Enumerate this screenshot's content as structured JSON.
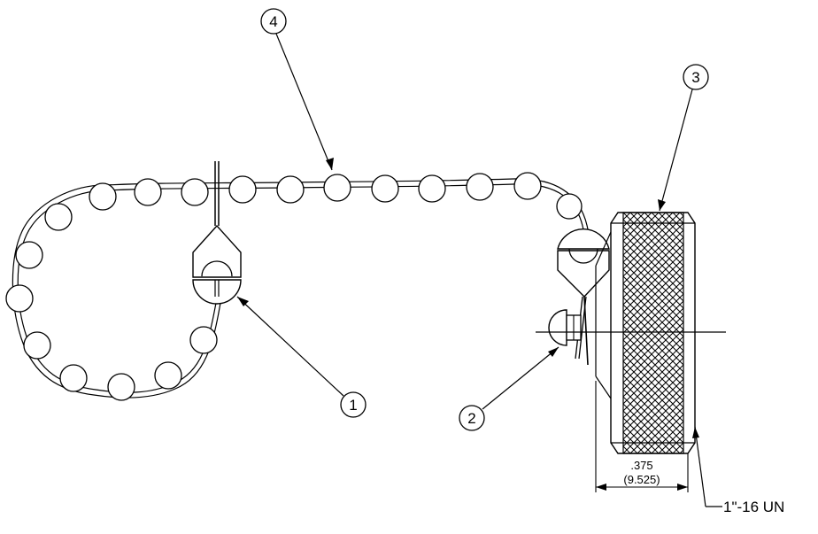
{
  "callouts": [
    {
      "id": "1",
      "label": "1"
    },
    {
      "id": "2",
      "label": "2"
    },
    {
      "id": "3",
      "label": "3"
    },
    {
      "id": "4",
      "label": "4"
    }
  ],
  "dimension": {
    "inch": ".375",
    "metric": "(9.525)"
  },
  "thread": {
    "spec": "1\"-16 UN"
  },
  "colors": {
    "line": "#000000",
    "background": "#ffffff",
    "bead_fill": "#ffffff"
  }
}
